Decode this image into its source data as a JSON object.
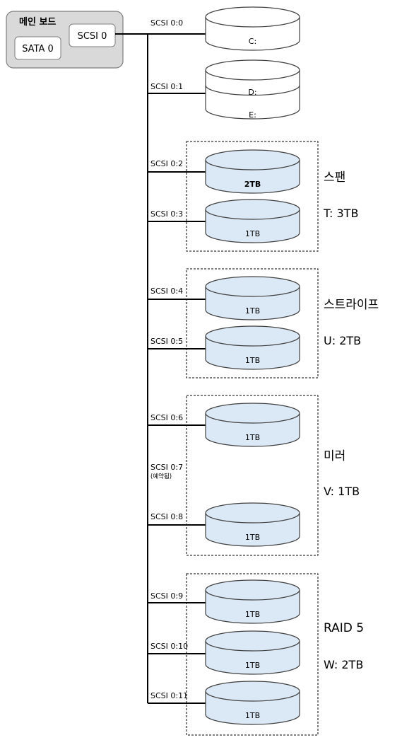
{
  "motherboard": {
    "title": "메인 보드",
    "sata": "SATA 0",
    "scsi": "SCSI 0"
  },
  "ports": [
    {
      "label": "SCSI 0:0",
      "note": ""
    },
    {
      "label": "SCSI 0:1",
      "note": ""
    },
    {
      "label": "SCSI 0:2",
      "note": ""
    },
    {
      "label": "SCSI 0:3",
      "note": ""
    },
    {
      "label": "SCSI 0:4",
      "note": ""
    },
    {
      "label": "SCSI 0:5",
      "note": ""
    },
    {
      "label": "SCSI 0:6",
      "note": ""
    },
    {
      "label": "SCSI 0:7",
      "note": "(예약됨)"
    },
    {
      "label": "SCSI 0:8",
      "note": ""
    },
    {
      "label": "SCSI 0:9",
      "note": ""
    },
    {
      "label": "SCSI 0:10",
      "note": ""
    },
    {
      "label": "SCSI 0:11",
      "note": ""
    }
  ],
  "disks": [
    {
      "label": "C:",
      "bold": false
    },
    {
      "label": "D:",
      "bold": false,
      "label2": "E:"
    },
    {
      "label": "2TB",
      "bold": true
    },
    {
      "label": "1TB",
      "bold": false
    },
    {
      "label": "1TB",
      "bold": false
    },
    {
      "label": "1TB",
      "bold": false
    },
    {
      "label": "1TB",
      "bold": false
    },
    {
      "label": "1TB",
      "bold": false
    },
    {
      "label": "1TB",
      "bold": false
    },
    {
      "label": "1TB",
      "bold": false
    },
    {
      "label": "1TB",
      "bold": false
    }
  ],
  "groups": [
    {
      "name": "스팬",
      "volume": "T: 3TB"
    },
    {
      "name": "스트라이프",
      "volume": "U: 2TB"
    },
    {
      "name": "미러",
      "volume": "V: 1TB"
    },
    {
      "name": "RAID 5",
      "volume": "W: 2TB"
    }
  ],
  "colors": {
    "disk_white": "#ffffff",
    "disk_blue": "#dbe8f6",
    "disk_stroke": "#404040",
    "board_fill": "#d9d9d9",
    "board_stroke": "#7f7f7f"
  }
}
